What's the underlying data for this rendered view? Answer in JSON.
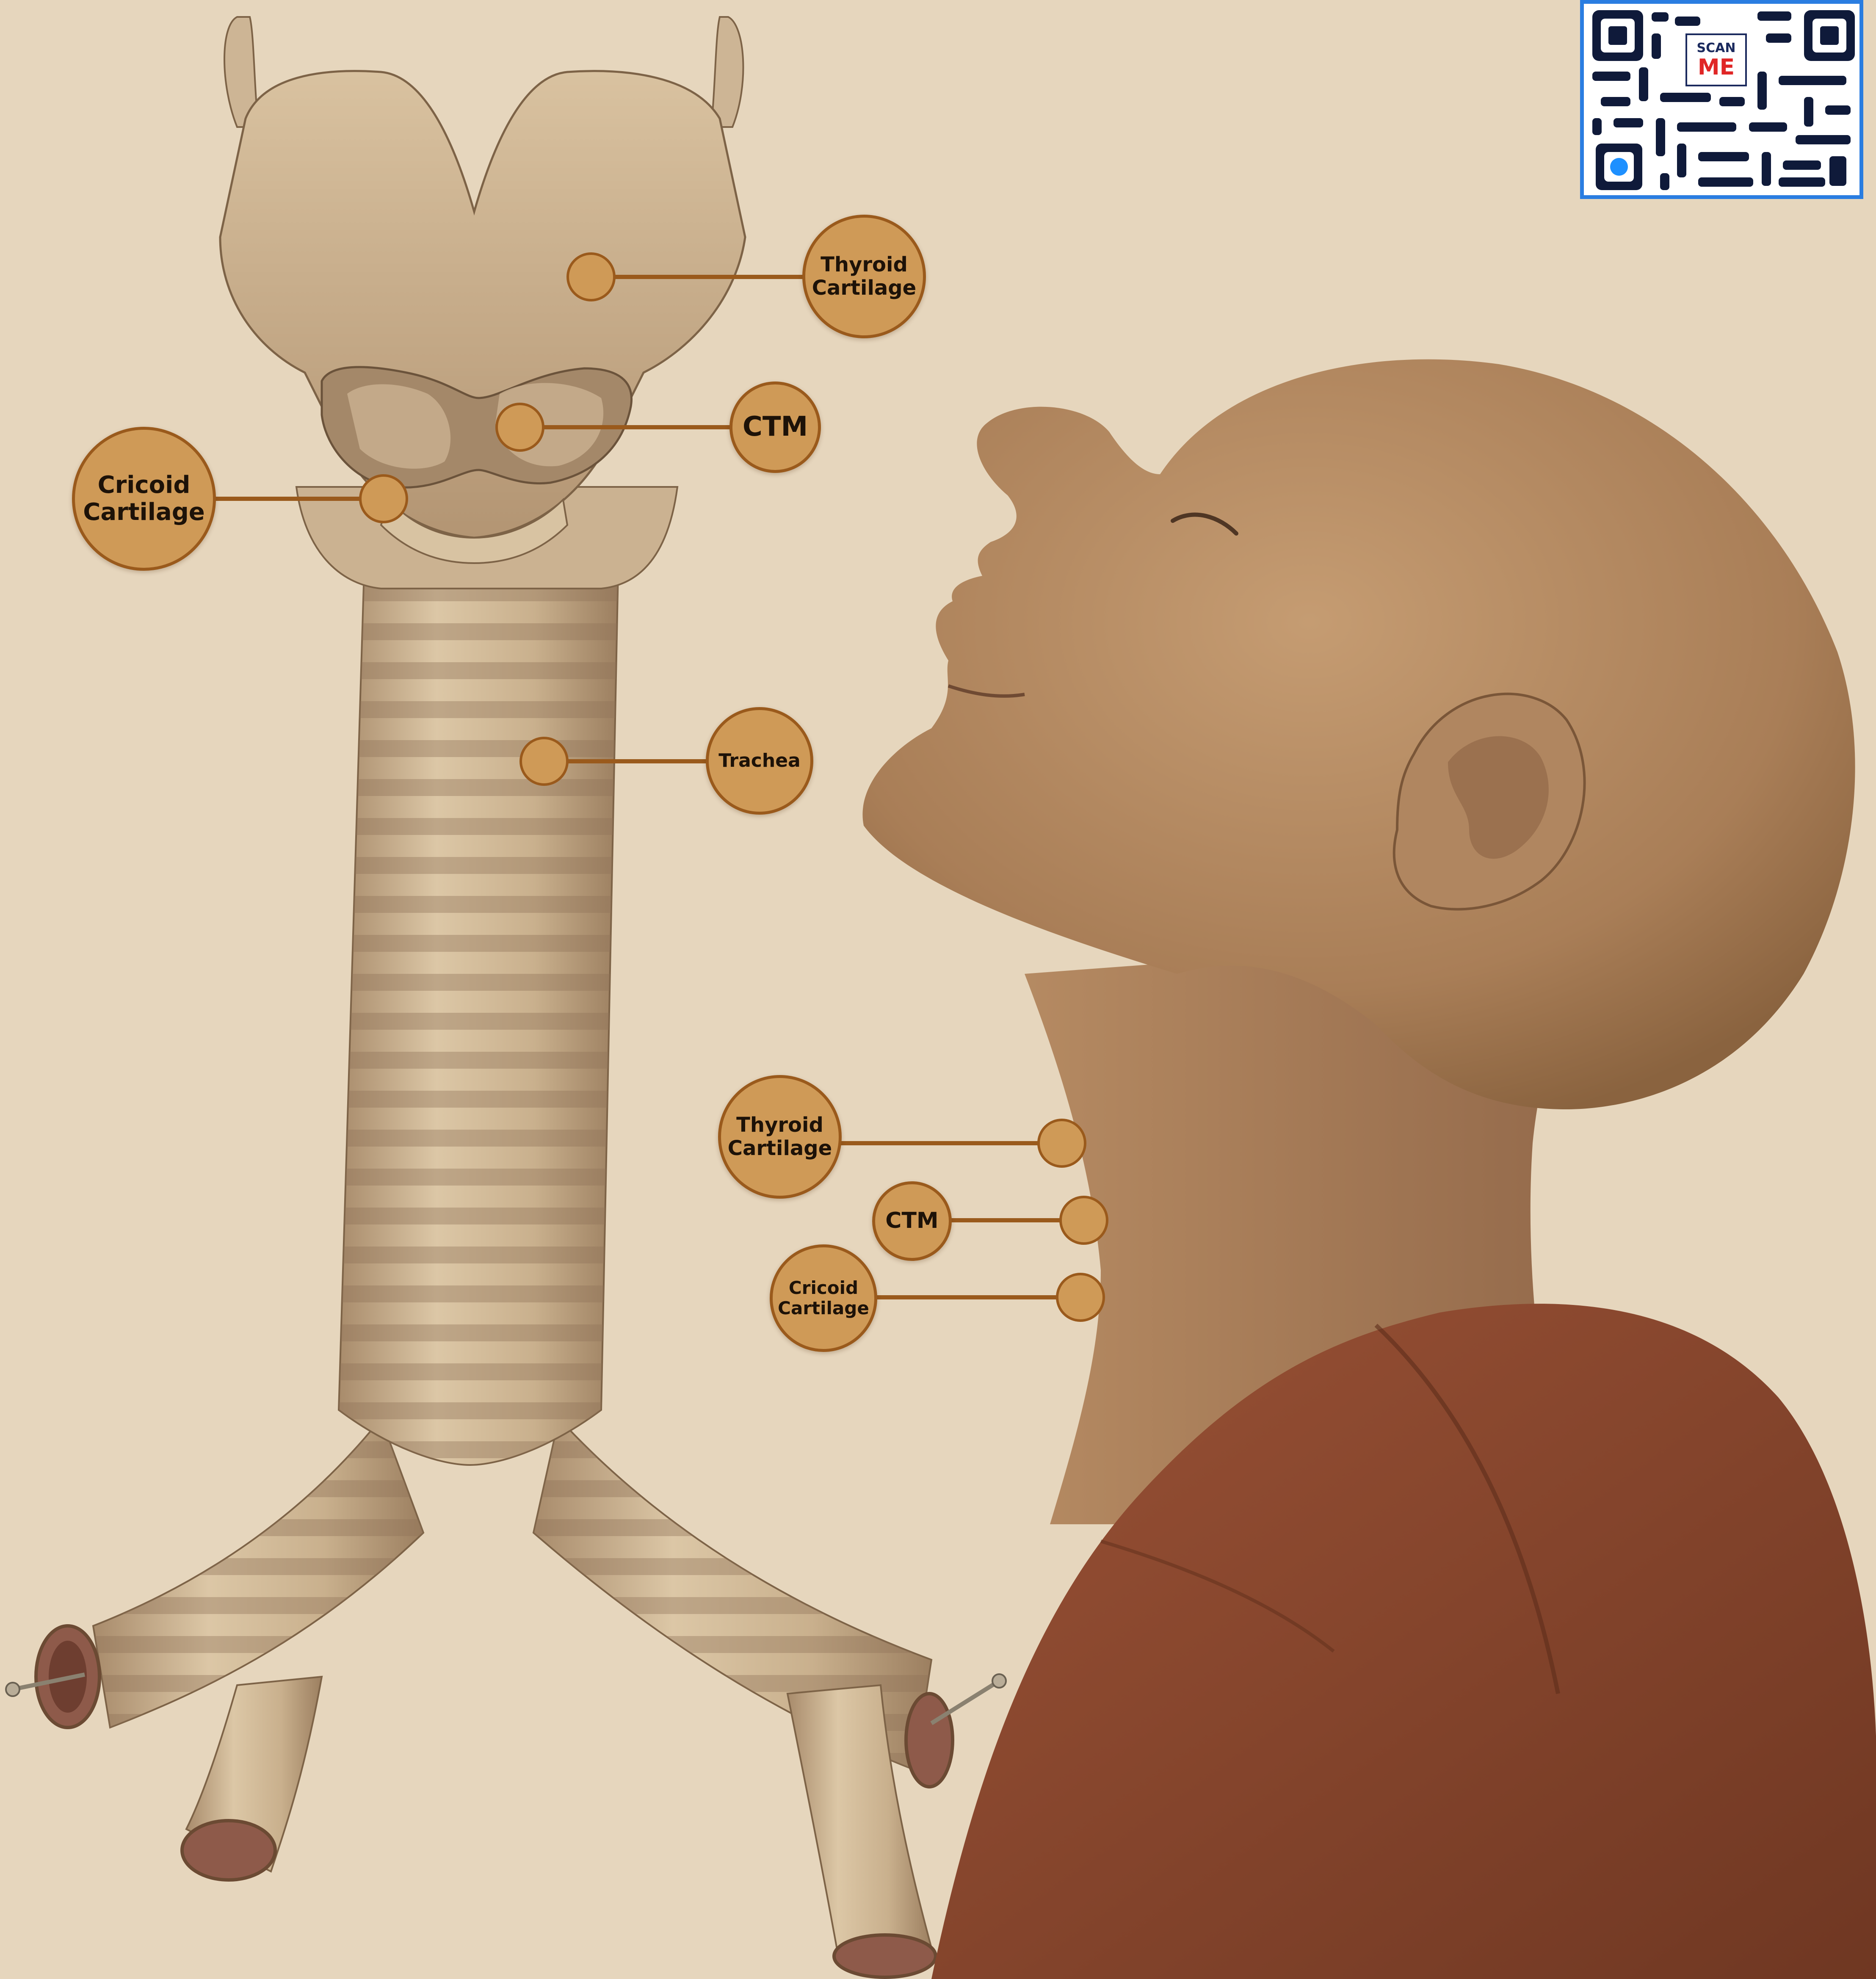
{
  "labels": {
    "trachea_thyroid": "Thyroid\nCartilage",
    "trachea_ctm": "CTM",
    "trachea_cricoid": "Cricoid\nCartilage",
    "trachea_trachea": "Trachea",
    "neck_thyroid": "Thyroid\nCartilage",
    "neck_ctm": "CTM",
    "neck_cricoid": "Cricoid\nCartilage"
  },
  "qr": {
    "scan": "SCAN",
    "me": "ME"
  },
  "colors": {
    "background": "#e6d6bd",
    "callout_fill": "#cf9a57",
    "callout_border": "#9a5a1c",
    "leader_line": "#9a5a1c",
    "robe": "#8a4a30",
    "skin": "#b58a62",
    "qr_border": "#2a7de1",
    "qr_dark": "#0f1a3a"
  }
}
